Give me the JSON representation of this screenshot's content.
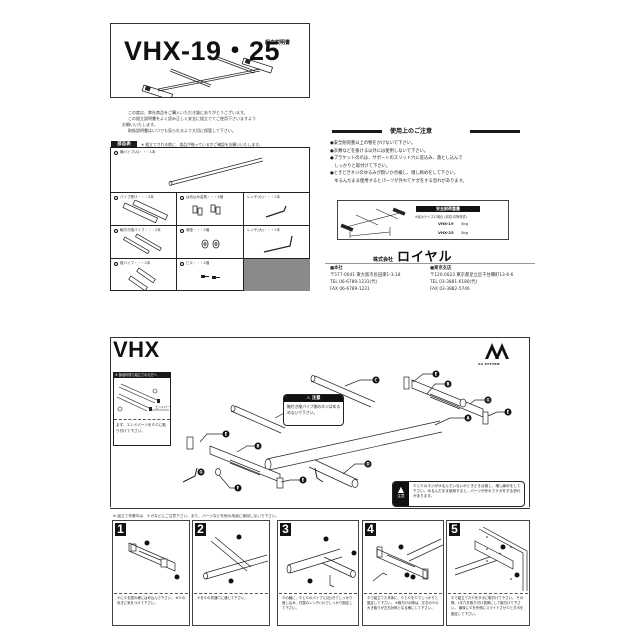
{
  "cover": {
    "model_title": "VHX-19・25",
    "subtitle": "組立説明書",
    "intro": [
      "この度は、弊社商品をご購入いただき誠にありがとうございます。",
      "この組立説明書をよく読み正しく安全に組立ててご使用下さいますよう",
      "お願いいたします。",
      "取扱説明書はいつでも見られるよう大切に保管して下さい。"
    ]
  },
  "parts": {
    "header_label": "部品表",
    "header_note": "※ 組立てされる前に、部品が揃っているかご確認をお願いいたします。",
    "items": [
      {
        "id": "A",
        "label": "横パイプ(A)・・・1本"
      },
      {
        "id": "B",
        "label": "パイプ受け・・・2本"
      },
      {
        "id": "C",
        "label": "はめ込み金具・・・4個"
      },
      {
        "id": "wrench_s",
        "label": "レンチ(小)・・・1本"
      },
      {
        "id": "D",
        "label": "軸付き縦パイプ・・・2本"
      },
      {
        "id": "F",
        "label": "菊座・・・2個"
      },
      {
        "id": "wrench_l",
        "label": "レンチ(大)・・・1本"
      },
      {
        "id": "E",
        "label": "縦パイプ・・・2本"
      },
      {
        "id": "G",
        "label": "ビス・・・2個"
      }
    ]
  },
  "cautions": {
    "title": "使用上のご注意",
    "items": [
      "●安全耐荷重以上の物をかけないで下さい。",
      "●衣類などを掛ける以外には使用しないで下さい。",
      "●ブラケットの爪は、サポートのスリット穴に差込み、落とし込んで",
      "　しっかりと取付けて下さい。",
      "●ときどきネジのゆるみが無いか点検し、増し締めをして下さい。",
      "　ゆるんだまま使用するとパーツが外れてケガをする恐れがあります。"
    ],
    "load_table": {
      "title": "安全耐荷重量",
      "subtitle": "※最大サイズの場合 (本図-均等荷重)",
      "rows": [
        {
          "model": "VHX-19",
          "value": "5kg"
        },
        {
          "model": "VHX-25",
          "value": "5kg"
        }
      ]
    }
  },
  "company": {
    "prefix": "株式会社",
    "name": "ロイヤル",
    "head_office": {
      "label": "■本社",
      "address": "〒577-0041 東大阪市長田東1-3-18",
      "tel": "TEL 06-6789-1231(代)",
      "fax": "FAX 06-6789-1231"
    },
    "tokyo_branch": {
      "label": "■東京支店",
      "address": "〒120-0023 東京都足立区千住曙町13-6-6",
      "tel": "TEL 03-3881-6180(代)",
      "fax": "FAX 03-3882-5746"
    }
  },
  "assembly": {
    "logo": "VHX",
    "brand_mark": "AA SYSTEM",
    "end_parts": {
      "header": "※ 部品状態で組立された方へ",
      "label": "エンドパーツ",
      "text": "まず、エンドパーツを©©に取り付けて下さい。"
    },
    "warning": {
      "title": "⚠ 注意",
      "text": "軸付き縦パイプ側のネジはゆるめないで下さい。"
    },
    "diagram_labels": [
      "A",
      "B",
      "C",
      "C",
      "D",
      "D",
      "E",
      "E",
      "F",
      "G"
    ],
    "caution_box": {
      "icon_label": "注意",
      "text": "©と©のネジがゆるんでいないかときどき点検し、増し締めをして下さい。ゆるんだまま使用すると、パーツが外れてケガをする恐れがあります。"
    },
    "bottom_note": "※ 組立て作業中は、ケガなどにご注意下さい。また、パーツなどを他の用途に使用しないで下さい。",
    "steps": [
      {
        "num": "1",
        "text": "©に©を図の様にはめ込んで下さい。 ※©の向きに気をつけて下さい。"
      },
      {
        "num": "2",
        "text": "©を©の貫通穴に通して下さい。"
      },
      {
        "num": "3",
        "text": "©の軸に、©と©のパイプに(出)きてしっかり差し込み、付属のレンチ(小)でしっかり固定して下さい。"
      },
      {
        "num": "4",
        "text": "©で組立てた本体に、©と©を©でしっかりと固定して下さい。 ※取付けの際は、左右の©の大き取りが左右対称となる様にして下さい。"
      },
      {
        "num": "5",
        "text": "©で組立てた©をダボに取付けて下さい。 その際、L字穴を取り付け具側にして取付けて下さい。 最後に©を外側にスライドさせ©とダボを固定して下さい。"
      }
    ]
  }
}
